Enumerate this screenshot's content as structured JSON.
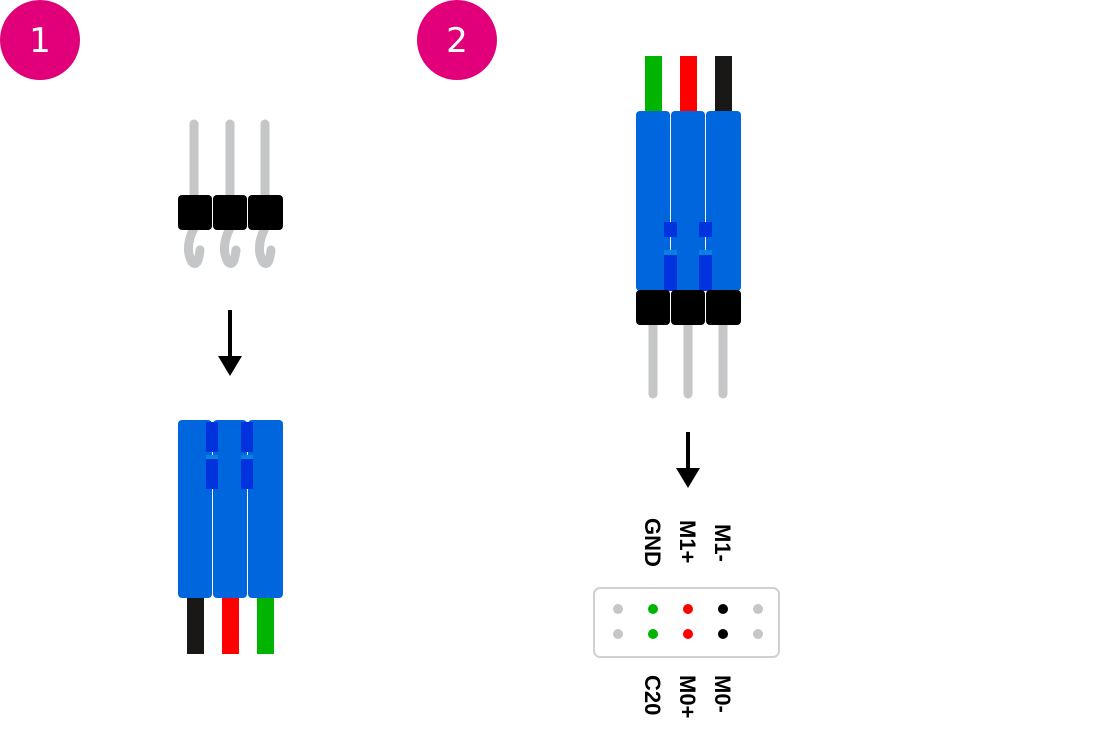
{
  "steps": [
    {
      "number": "1"
    },
    {
      "number": "2"
    }
  ],
  "pinout": {
    "top_labels": [
      "GND",
      "M1+",
      "M1-"
    ],
    "bottom_labels": [
      "C20",
      "M0+",
      "M0-"
    ]
  },
  "colors": {
    "badge": "#E2007A",
    "connector_blue": "#0066DD",
    "connector_slot": "#0033DD",
    "header_black": "#000000",
    "pin_gray": "#C4C6C7",
    "wire_green": "#00B400",
    "wire_red": "#FF0000",
    "wire_black": "#1A1816"
  }
}
